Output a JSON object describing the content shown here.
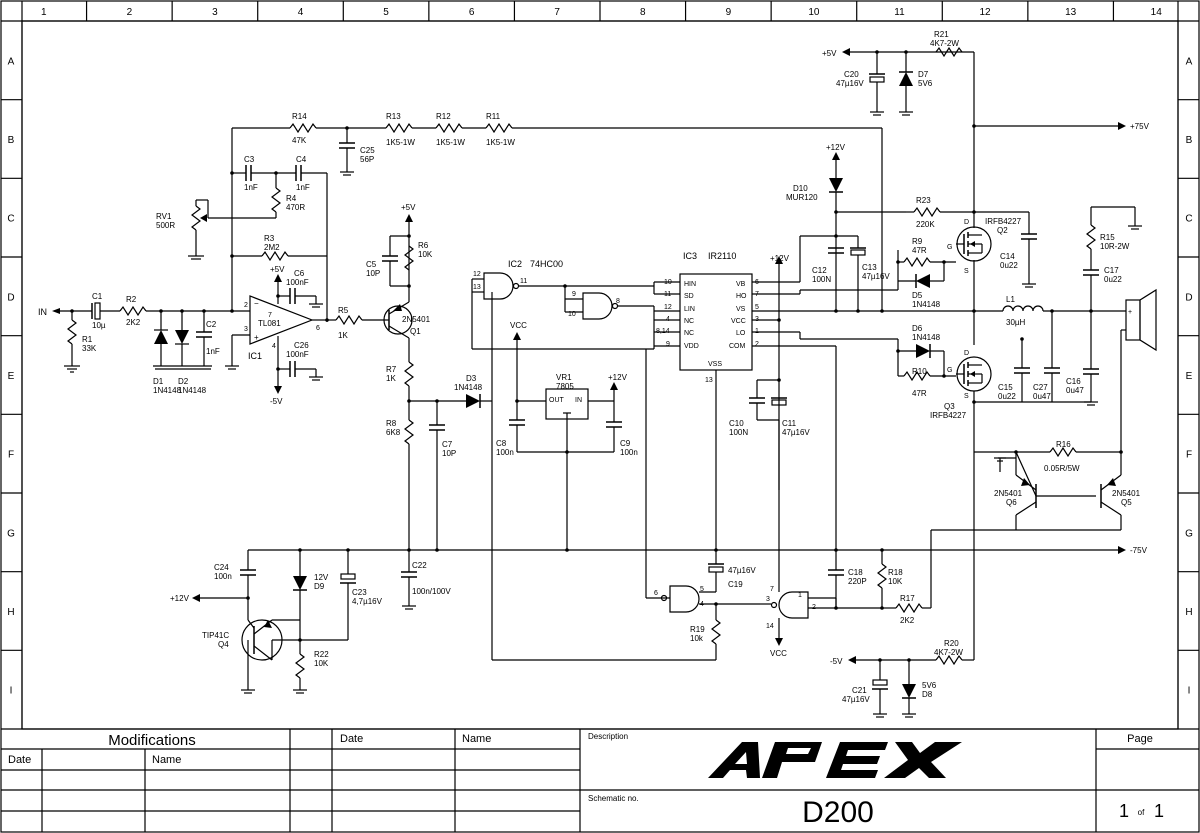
{
  "grid": {
    "columns": [
      "1",
      "2",
      "3",
      "4",
      "5",
      "6",
      "7",
      "8",
      "9",
      "10",
      "11",
      "12",
      "13",
      "14"
    ],
    "rows": [
      "A",
      "B",
      "C",
      "D",
      "E",
      "F",
      "G",
      "H",
      "I"
    ]
  },
  "title_block": {
    "modifications": "Modifications",
    "date": "Date",
    "name": "Name",
    "description": "Description",
    "schematic_no_label": "Schematic no.",
    "schematic_no": "D200",
    "page_label": "Page",
    "page_num": "1",
    "page_of": "of",
    "page_total": "1",
    "logo": "APEX"
  },
  "rails": {
    "in": "IN",
    "plus5": "+5V",
    "minus5": "-5V",
    "plus12": "+12V",
    "minus12": "+12V",
    "plus75": "+75V",
    "minus75": "-75V",
    "vcc": "VCC"
  },
  "components": {
    "R1": {
      "ref": "R1",
      "val": "33K"
    },
    "C1": {
      "ref": "C1",
      "val": "10µ"
    },
    "R2": {
      "ref": "R2",
      "val": "2K2"
    },
    "D1": {
      "ref": "D1",
      "val": "1N4148"
    },
    "D2": {
      "ref": "D2",
      "val": "1N4148"
    },
    "C2": {
      "ref": "C2",
      "val": "1nF"
    },
    "RV1": {
      "ref": "RV1",
      "val": "500R"
    },
    "R14": {
      "ref": "R14",
      "val": "47K"
    },
    "C25": {
      "ref": "C25",
      "val": "56P"
    },
    "R13": {
      "ref": "R13",
      "val": "1K5-1W"
    },
    "R12": {
      "ref": "R12",
      "val": "1K5-1W"
    },
    "R11": {
      "ref": "R11",
      "val": "1K5-1W"
    },
    "C3": {
      "ref": "C3",
      "val": "1nF"
    },
    "C4": {
      "ref": "C4",
      "val": "1nF"
    },
    "R4": {
      "ref": "R4",
      "val": "470R"
    },
    "R3": {
      "ref": "R3",
      "val": "2M2"
    },
    "C6": {
      "ref": "C6",
      "val": "100nF"
    },
    "C26": {
      "ref": "C26",
      "val": "100nF"
    },
    "IC1": {
      "ref": "IC1",
      "val": "TL081"
    },
    "R5": {
      "ref": "R5",
      "val": "1K"
    },
    "Q1": {
      "ref": "Q1",
      "val": "2N5401"
    },
    "C5": {
      "ref": "C5",
      "val": "10P"
    },
    "R6": {
      "ref": "R6",
      "val": "10K"
    },
    "R7": {
      "ref": "R7",
      "val": "1K"
    },
    "R8": {
      "ref": "R8",
      "val": "6K8"
    },
    "C7": {
      "ref": "C7",
      "val": "10P"
    },
    "D3": {
      "ref": "D3",
      "val": "1N4148"
    },
    "C8": {
      "ref": "C8",
      "val": "100n"
    },
    "VR1": {
      "ref": "VR1",
      "val": "7805"
    },
    "C9": {
      "ref": "C9",
      "val": "100n"
    },
    "IC2": {
      "ref": "IC2",
      "val": "74HC00"
    },
    "IC3": {
      "ref": "IC3",
      "val": "IR2110"
    },
    "C24": {
      "ref": "C24",
      "val": "100n"
    },
    "D9": {
      "ref": "D9",
      "val": "12V"
    },
    "C23": {
      "ref": "C23",
      "val": "4,7µ16V"
    },
    "C22": {
      "ref": "C22",
      "val": "100n/100V"
    },
    "Q4": {
      "ref": "Q4",
      "val": "TIP41C"
    },
    "R22": {
      "ref": "R22",
      "val": "10K"
    },
    "C19": {
      "ref": "C19",
      "val": "47µ16V"
    },
    "R19": {
      "ref": "R19",
      "val": "10k"
    },
    "C10": {
      "ref": "C10",
      "val": "100N"
    },
    "C11": {
      "ref": "C11",
      "val": "47µ16V"
    },
    "C12": {
      "ref": "C12",
      "val": "100N"
    },
    "C13": {
      "ref": "C13",
      "val": "47µ16V"
    },
    "D10": {
      "ref": "D10",
      "val": "MUR120"
    },
    "C18": {
      "ref": "C18",
      "val": "220P"
    },
    "R18": {
      "ref": "R18",
      "val": "10K"
    },
    "R17": {
      "ref": "R17",
      "val": "2K2"
    },
    "C20": {
      "ref": "C20",
      "val": "47µ16V"
    },
    "D7": {
      "ref": "D7",
      "val": "5V6"
    },
    "R21": {
      "ref": "R21",
      "val": "4K7-2W"
    },
    "R23": {
      "ref": "R23",
      "val": "220K"
    },
    "Q2": {
      "ref": "Q2",
      "val": "IRFB4227"
    },
    "C14": {
      "ref": "C14",
      "val": "0u22"
    },
    "R9": {
      "ref": "R9",
      "val": "47R"
    },
    "D5": {
      "ref": "D5",
      "val": "1N4148"
    },
    "L1": {
      "ref": "L1",
      "val": "30µH"
    },
    "D6": {
      "ref": "D6",
      "val": "1N4148"
    },
    "R10": {
      "ref": "R10",
      "val": "47R"
    },
    "Q3": {
      "ref": "Q3",
      "val": "IRFB4227"
    },
    "C15": {
      "ref": "C15",
      "val": "0u22"
    },
    "C27": {
      "ref": "C27",
      "val": "0u47"
    },
    "C16": {
      "ref": "C16",
      "val": "0u47"
    },
    "R15": {
      "ref": "R15",
      "val": "10R-2W"
    },
    "C17": {
      "ref": "C17",
      "val": "0u22"
    },
    "R16": {
      "ref": "R16",
      "val": "0.05R/5W"
    },
    "Q6": {
      "ref": "Q6",
      "val": "2N5401"
    },
    "Q5": {
      "ref": "Q5",
      "val": "2N5401"
    },
    "R20": {
      "ref": "R20",
      "val": "4K7-2W"
    },
    "C21": {
      "ref": "C21",
      "val": "47µ16V"
    },
    "D8": {
      "ref": "D8",
      "val": "5V6"
    }
  },
  "ic3_pins": {
    "hin": "HIN",
    "sd": "SD",
    "lin": "LIN",
    "nc": "NC",
    "vdd": "VDD",
    "vb": "VB",
    "ho": "HO",
    "vs": "VS",
    "vcc": "VCC",
    "lo": "LO",
    "com": "COM",
    "vss": "VSS"
  },
  "ic1_pins": {
    "p2": "2",
    "p3": "3",
    "p6": "6",
    "p7": "7",
    "p4": "4"
  },
  "vr1_pins": {
    "out": "OUT",
    "in": "IN"
  },
  "fet_pins": {
    "d": "D",
    "g": "G",
    "s": "S"
  }
}
